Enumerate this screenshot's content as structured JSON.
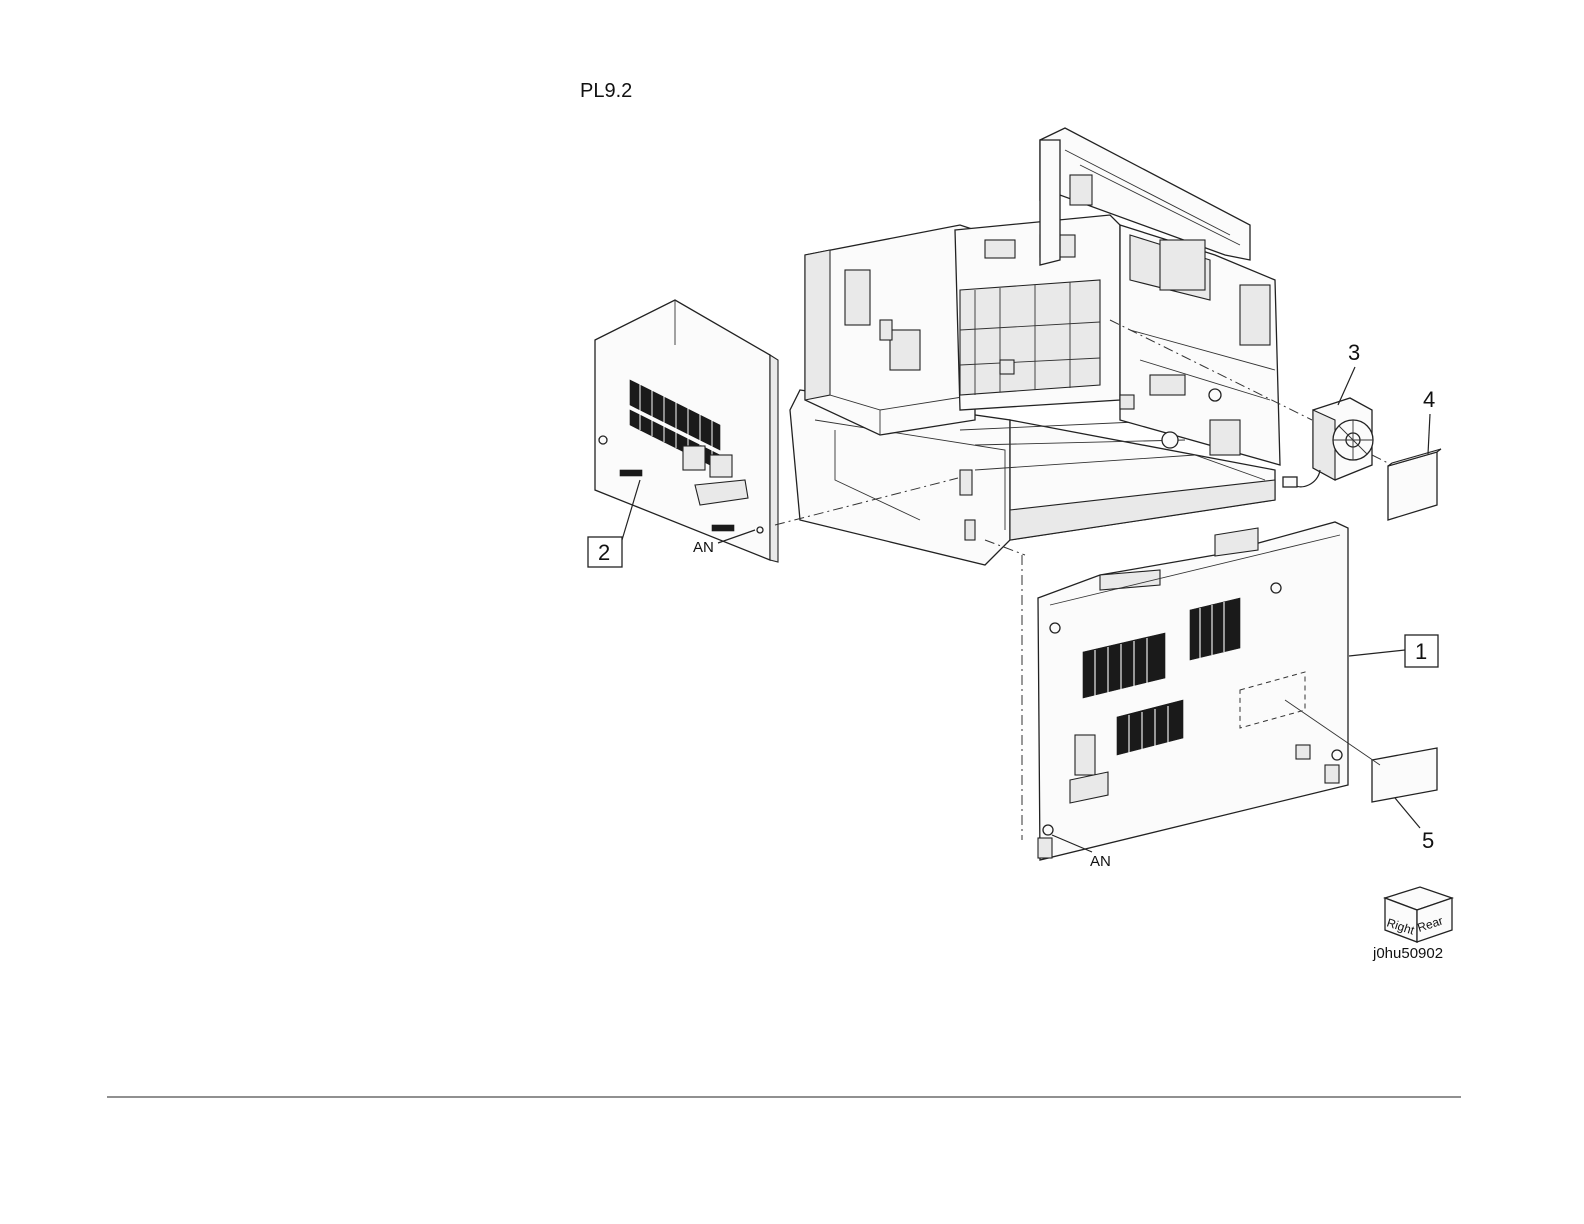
{
  "plate": {
    "id": "PL9.2"
  },
  "callouts": [
    {
      "id": "1",
      "boxed": true
    },
    {
      "id": "2",
      "boxed": true
    },
    {
      "id": "3",
      "boxed": false
    },
    {
      "id": "4",
      "boxed": false
    },
    {
      "id": "5",
      "boxed": false
    }
  ],
  "fastener_labels": [
    "AN",
    "AN"
  ],
  "view_indicator": {
    "face_a": "Right",
    "face_b": "Rear"
  },
  "figure_id": "j0hu50902"
}
